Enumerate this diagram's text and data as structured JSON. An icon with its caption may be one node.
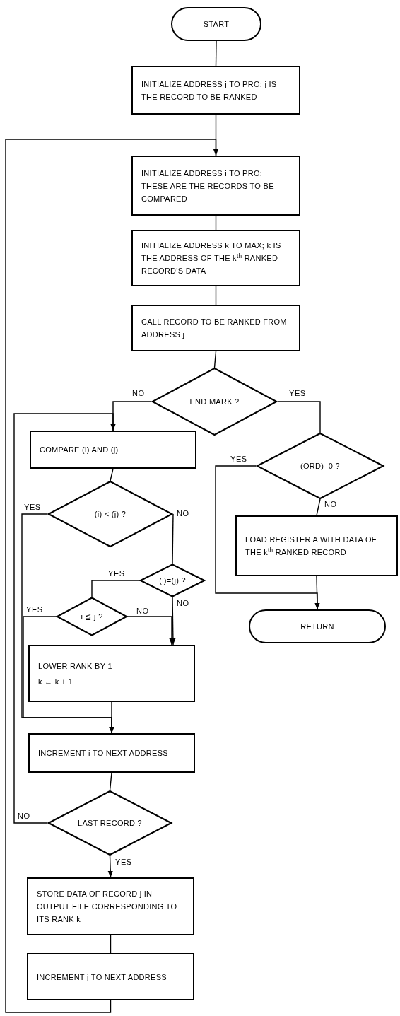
{
  "diagram": {
    "nodes": [
      {
        "text": [
          "START"
        ]
      },
      {
        "text": [
          "INITIALIZE ADDRESS j TO PRO; j IS THE RECORD TO BE RANKED"
        ]
      },
      {
        "text": [
          "INITIALIZE ADDRESS i TO PRO; THESE ARE THE RECORDS TO BE COMPARED"
        ]
      },
      {
        "text": [
          "INITIALIZE ADDRESS k TO MAX; k IS THE ADDRESS OF THE k$^{th}$ RANKED RECORD'S DATA"
        ]
      },
      {
        "text": [
          "CALL RECORD TO BE RANKED FROM ADDRESS j"
        ]
      },
      {
        "text": [
          "END MARK ?"
        ]
      },
      {
        "text": [
          "COMPARE (i) AND (j)"
        ]
      },
      {
        "text": [
          "(i) < (j) ?"
        ]
      },
      {
        "text": [
          "(ORD)=0 ?"
        ]
      },
      {
        "text": [
          "LOAD REGISTER A WITH DATA OF THE k$^{th}$ RANKED RECORD"
        ]
      },
      {
        "text": [
          "(i)=(j) ?"
        ]
      },
      {
        "text": [
          "i ≦ j ?"
        ]
      },
      {
        "text": [
          "RETURN"
        ]
      },
      {
        "text": [
          "LOWER RANK BY 1",
          "k ← k + 1"
        ]
      },
      {
        "text": [
          "INCREMENT i TO NEXT ADDRESS"
        ]
      },
      {
        "text": [
          "LAST RECORD ?"
        ]
      },
      {
        "text": [
          "STORE DATA OF RECORD j IN OUTPUT FILE CORRESPONDING TO ITS RANK k"
        ]
      },
      {
        "text": [
          "INCREMENT j TO NEXT ADDRESS"
        ]
      }
    ],
    "edges": [
      {
        "from": 0,
        "to": 1,
        "arrow": "none"
      },
      {
        "from": 1,
        "to": 2,
        "arrow": "none"
      },
      {
        "from": 2,
        "to": 3,
        "arrow": "none"
      },
      {
        "from": 3,
        "to": 4,
        "arrow": "none"
      },
      {
        "from": 4,
        "to": 5,
        "arrow": "none"
      },
      {
        "from": 5,
        "to": 6,
        "arrow": "none",
        "label": "NO"
      },
      {
        "from": 5,
        "to": 8,
        "arrow": "none",
        "label": "YES"
      },
      {
        "from": 6,
        "to": 7,
        "arrow": "none"
      },
      {
        "from": 7,
        "to": 10,
        "arrow": "none",
        "label": "NO"
      },
      {
        "from": 10,
        "to": 11,
        "arrow": "none",
        "label": "YES"
      },
      {
        "from": 10,
        "to": 13,
        "arrow": "to",
        "label": "NO"
      },
      {
        "from": 11,
        "to": 13,
        "arrow": "to",
        "label": "NO"
      },
      {
        "from": 7,
        "to": 14,
        "arrow": "to",
        "label": "YES"
      },
      {
        "from": 11,
        "to": 14,
        "arrow": "to",
        "label": "YES"
      },
      {
        "from": 13,
        "to": 14,
        "arrow": "none"
      },
      {
        "from": 8,
        "to": 12,
        "arrow": "to",
        "label": "YES"
      },
      {
        "from": 8,
        "to": 9,
        "arrow": "none",
        "label": "NO"
      },
      {
        "from": 9,
        "to": 12,
        "arrow": "none"
      },
      {
        "from": 14,
        "to": 15,
        "arrow": "none"
      },
      {
        "from": 15,
        "to": 6,
        "arrow": "to",
        "label": "NO"
      },
      {
        "from": 15,
        "to": 16,
        "arrow": "to",
        "label": "YES"
      },
      {
        "from": 16,
        "to": 17,
        "arrow": "none"
      },
      {
        "from": 17,
        "to": 2,
        "arrow": "to"
      }
    ]
  }
}
